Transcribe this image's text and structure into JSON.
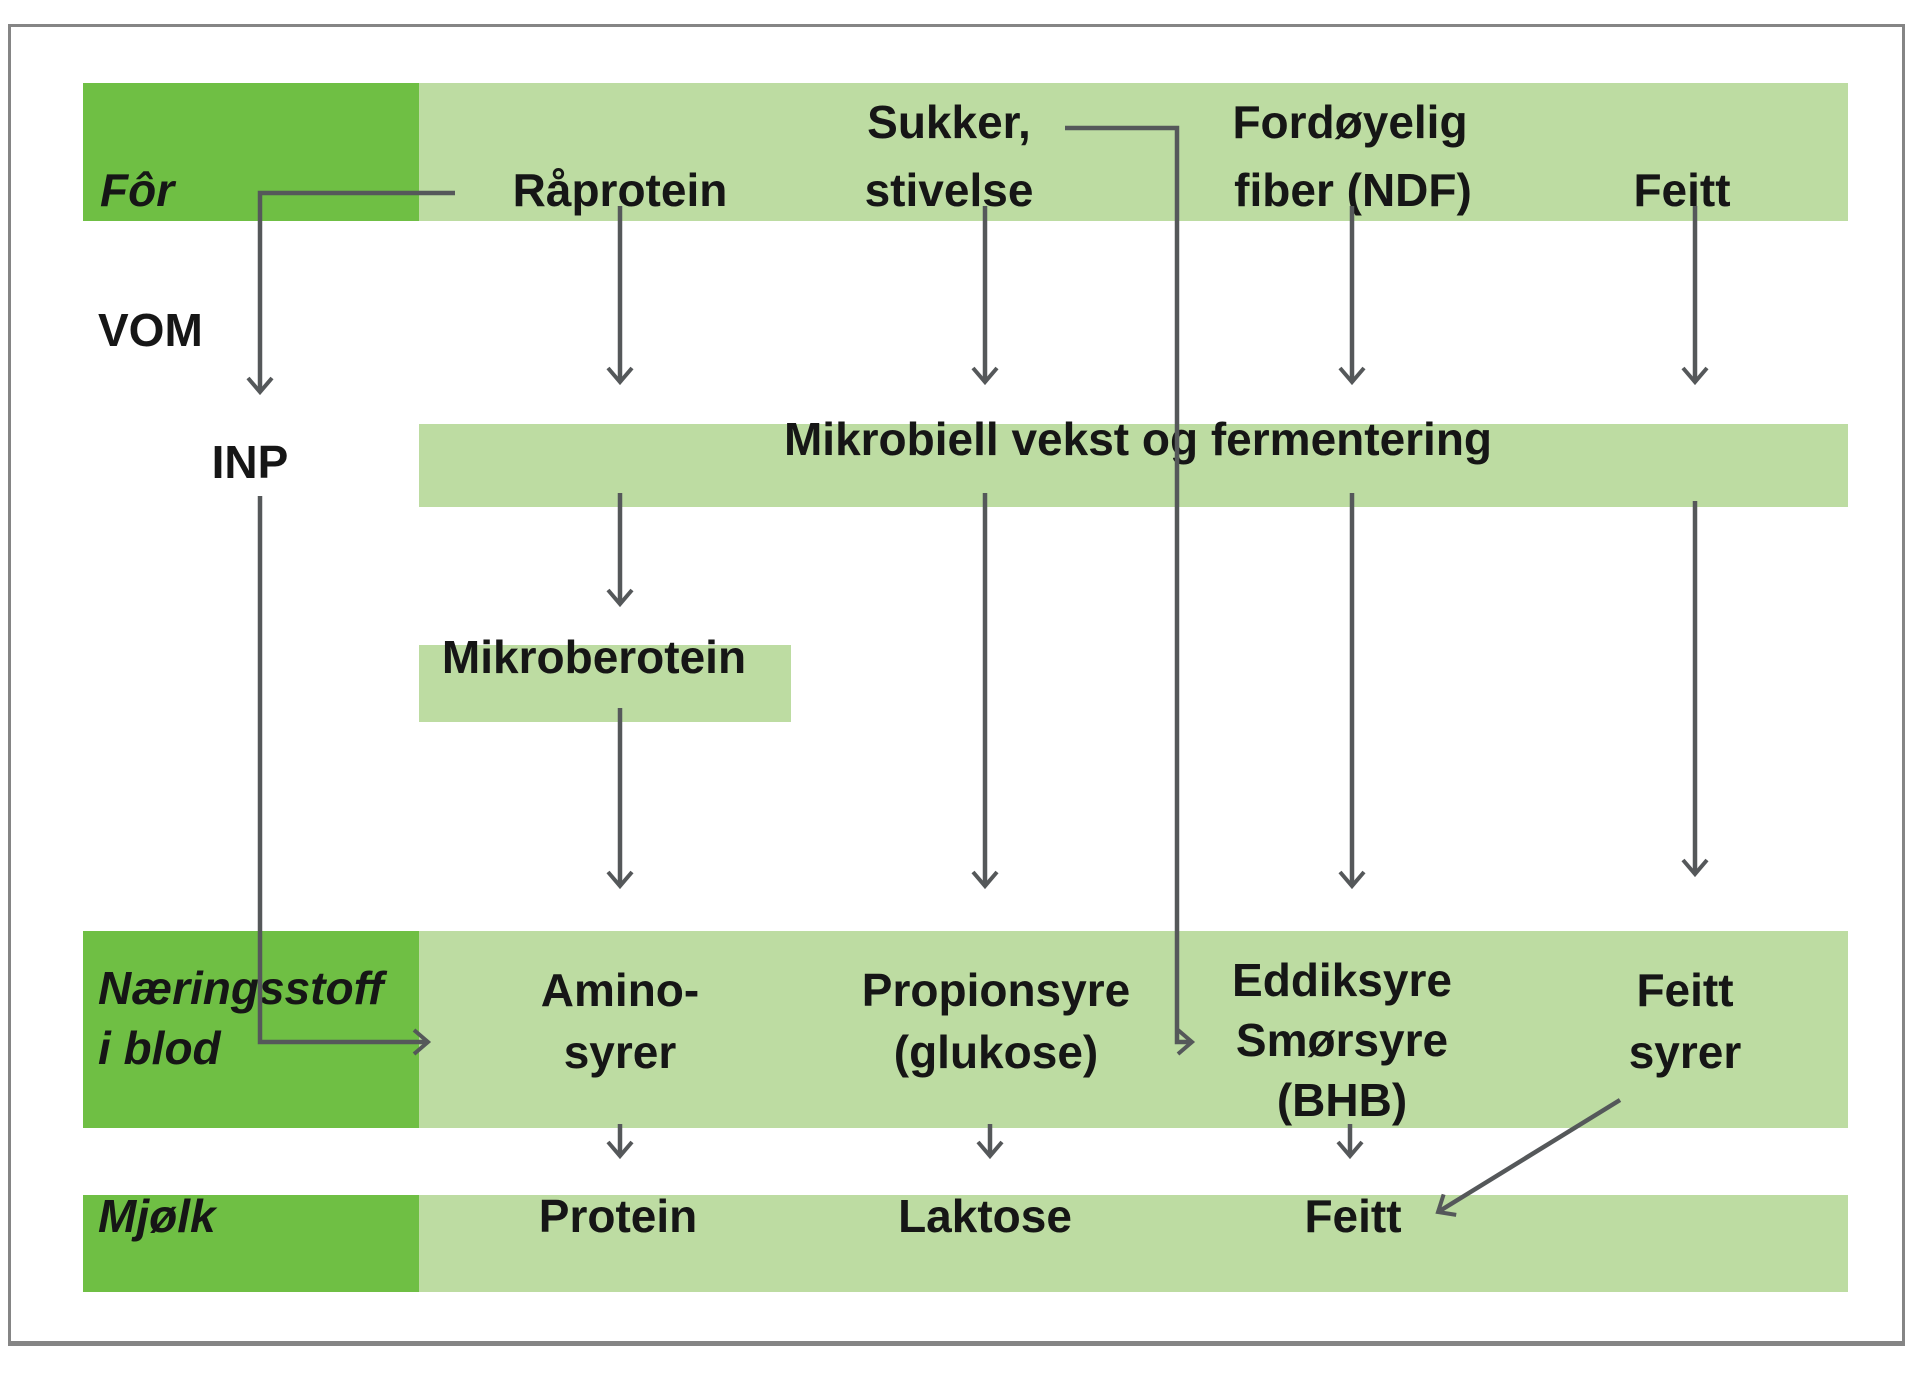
{
  "palette": {
    "dark_green": "#6fbf44",
    "light_green": "#bddca2",
    "arrow_gray": "#55585a",
    "border_gray": "#858585",
    "text_ink": "#161616",
    "background": "#ffffff"
  },
  "feed_row": {
    "label": "Fôr",
    "items": {
      "raprotein": "Råprotein",
      "sukker_line1": "Sukker,",
      "sukker_line2": "stivelse",
      "fiber_line1": "Fordøyelig",
      "fiber_line2": "fiber (NDF)",
      "feitt": "Feitt"
    }
  },
  "rumen": {
    "vom_label": "VOM",
    "inp_label": "INP",
    "fermentation_band": "Mikrobiell vekst og fermentering",
    "microbial_protein_box": "Mikroberotein"
  },
  "blood_row": {
    "label_line1": "Næringsstoff",
    "label_line2": "i blod",
    "amino_line1": "Amino-",
    "amino_line2": "syrer",
    "propion_line1": "Propionsyre",
    "propion_line2": "(glukose)",
    "acetic_line1": "Eddiksyre",
    "acetic_line2": "Smørsyre",
    "acetic_line3": "(BHB)",
    "fatty_line1": "Feitt",
    "fatty_line2": "syrer"
  },
  "milk_row": {
    "label": "Mjølk",
    "protein": "Protein",
    "laktose": "Laktose",
    "feitt": "Feitt"
  }
}
